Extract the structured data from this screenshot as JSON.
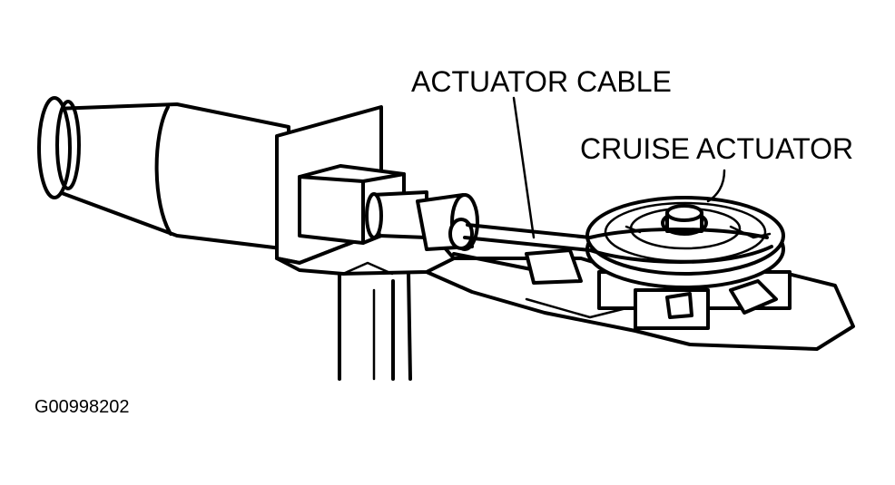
{
  "labels": {
    "actuator_cable": "ACTUATOR CABLE",
    "cruise_actuator": "CRUISE ACTUATOR",
    "figure_code": "G00998202"
  }
}
